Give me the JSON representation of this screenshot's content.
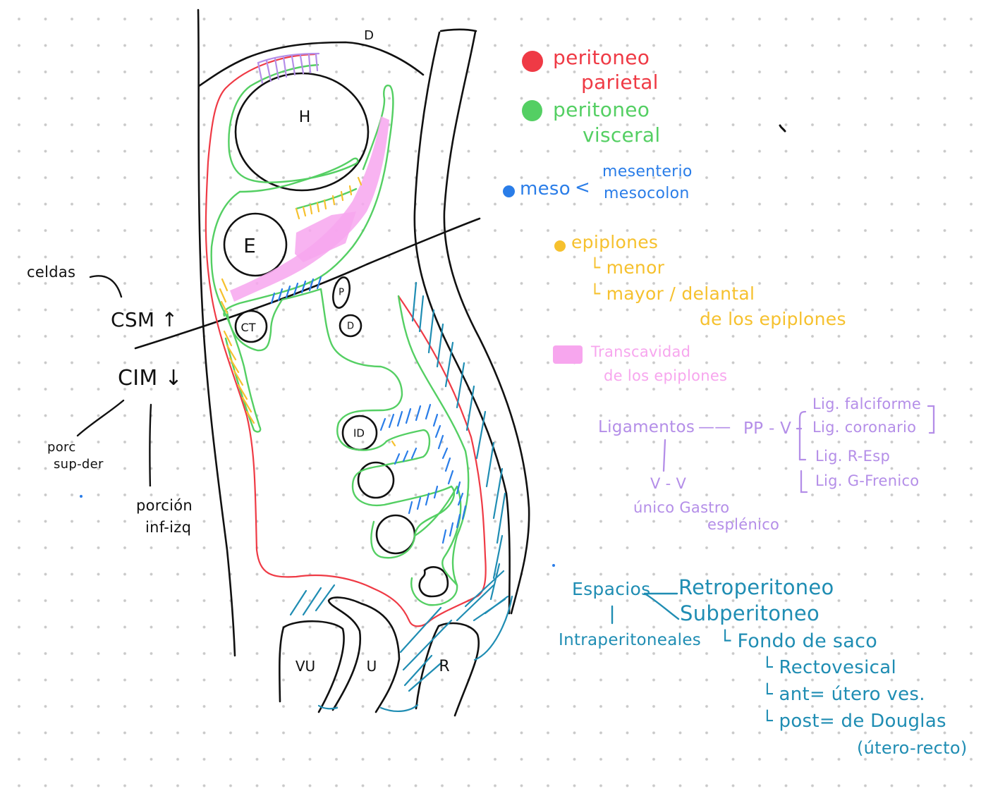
{
  "legend": {
    "colors": {
      "parietal": "#ef3a45",
      "visceral": "#54cf63",
      "meso": "#2a7de8",
      "epiplones": "#f6c12e",
      "transcavidad": "#f7a6ee",
      "ligamentos": "#b48ee8",
      "espacios": "#1f8db3"
    },
    "peritoneo_parietal": {
      "line1": "peritoneo",
      "line2": "parietal"
    },
    "peritoneo_visceral": {
      "line1": "peritoneo",
      "line2": "visceral"
    },
    "meso": {
      "label": "meso",
      "branch_symbol": "<",
      "items": [
        "mesenterio",
        "mesocolon"
      ]
    },
    "epiplones": {
      "label": "epiplones",
      "items": [
        "└ menor",
        "└ mayor / delantal",
        "de los epiplones"
      ]
    },
    "transcavidad": {
      "line1": "Transcavidad",
      "line2": "de los epiplones"
    }
  },
  "ligamentos": {
    "label": "Ligamentos",
    "dash": "——",
    "pp_v": "PP - V",
    "pp_v_items": [
      "Lig. falciforme",
      "Lig. coronario",
      "Lig. R-Esp",
      "Lig. G-Frenico"
    ],
    "v_v": "V - V",
    "v_v_items": [
      "único Gastro",
      "esplénico"
    ]
  },
  "espacios": {
    "label": "Espacios",
    "arrow": "←",
    "branches": [
      "Retroperitoneo",
      "Subperitoneo"
    ],
    "intra": "Intraperitoneales",
    "fondo": "└ Fondo de saco",
    "fondo_items": [
      "└ Rectovesical",
      "└ ant= útero ves.",
      "└ post= de Douglas",
      "(útero-recto)"
    ]
  },
  "left_notes": {
    "celdas": "celdas",
    "csm": "CSM ↑",
    "cim": "CIM ↓",
    "porc_sup": [
      "porc",
      "sup-der"
    ],
    "porc_inf": [
      "porción",
      "inf-izq"
    ]
  },
  "organs": {
    "diaphragm": "D",
    "liver": "H",
    "stomach": "E",
    "transverse_colon": "CT",
    "pancreas": "P",
    "duodenum": "D",
    "small_intestine": "ID",
    "bladder": "VU",
    "uterus": "U",
    "rectum": "R"
  }
}
